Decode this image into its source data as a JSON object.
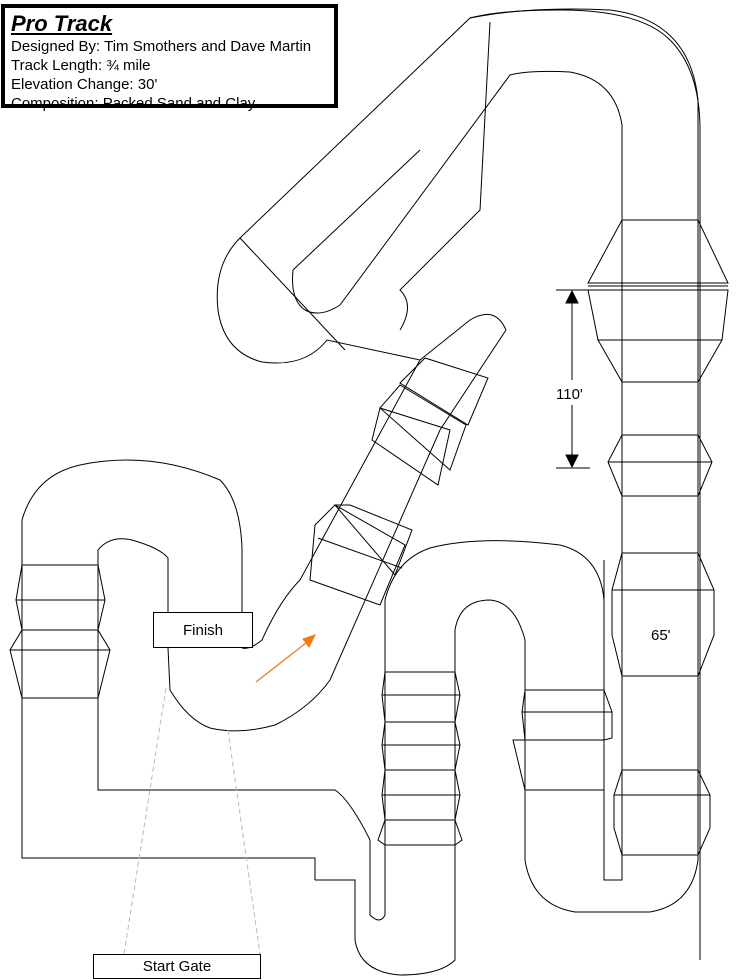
{
  "info": {
    "title": "Pro Track",
    "lines": [
      "Designed By: Tim Smothers and Dave Martin",
      "Track Length: ¾ mile",
      "Elevation Change: 30'",
      "Composition: Packed Sand and Clay"
    ]
  },
  "labels": {
    "finish": "Finish",
    "start_gate": "Start Gate",
    "dimension_length": "110'",
    "dimension_width": "65'"
  },
  "colors": {
    "track_line": "#000000",
    "direction_arrow": "#f07a1a",
    "leader_line": "#bbbbbb"
  }
}
